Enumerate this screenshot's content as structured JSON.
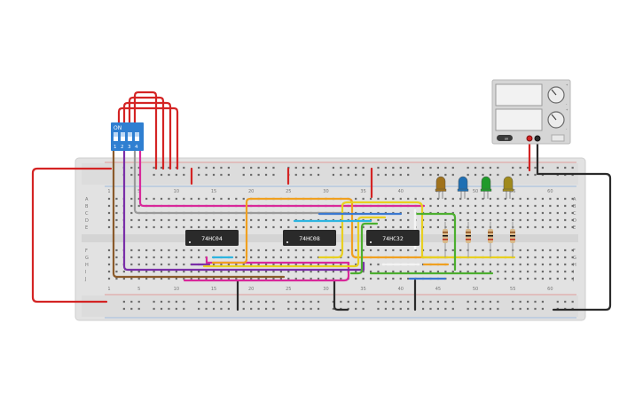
{
  "canvas": {
    "background": "#ffffff"
  },
  "breadboard": {
    "row_letters_top": [
      "A",
      "B",
      "C",
      "D",
      "E"
    ],
    "row_letters_bottom": [
      "F",
      "G",
      "H",
      "I",
      "J"
    ],
    "column_numbers": [
      "1",
      "5",
      "10",
      "15",
      "20",
      "25",
      "30",
      "35",
      "40",
      "45",
      "50",
      "55",
      "60"
    ],
    "colors": {
      "body": "#e2e2e2",
      "hole": "#6a6a6a",
      "rail_red": "#d9534f",
      "rail_blue": "#5b8fd6"
    }
  },
  "dip_switch": {
    "on_label": "ON",
    "switch_numbers": [
      "1",
      "2",
      "3",
      "4"
    ],
    "color": "#2f7fd1"
  },
  "chips": [
    {
      "label": "74HC04"
    },
    {
      "label": "74HC08"
    },
    {
      "label": "74HC32"
    }
  ],
  "leds": [
    {
      "color_name": "orange",
      "color": "#a0721c"
    },
    {
      "color_name": "blue",
      "color": "#1e6fb3"
    },
    {
      "color_name": "green",
      "color": "#1f9a2a"
    },
    {
      "color_name": "yellow",
      "color": "#a08a1c"
    }
  ],
  "power_supply": {
    "knob_marks": [
      "+",
      "-",
      "+",
      "-"
    ],
    "button_label": "on"
  },
  "wire_colors": {
    "red": "#d42424",
    "black": "#2b2b2b",
    "orange": "#f0a020",
    "pink": "#d8289a",
    "purple": "#7a2ea8",
    "brown": "#8a5a2b",
    "yellow": "#e8d020",
    "green": "#4caf2f",
    "cyan": "#2db4e0",
    "blue": "#3a78d0",
    "gray": "#9a9a9a",
    "white": "#f4f4f4"
  }
}
